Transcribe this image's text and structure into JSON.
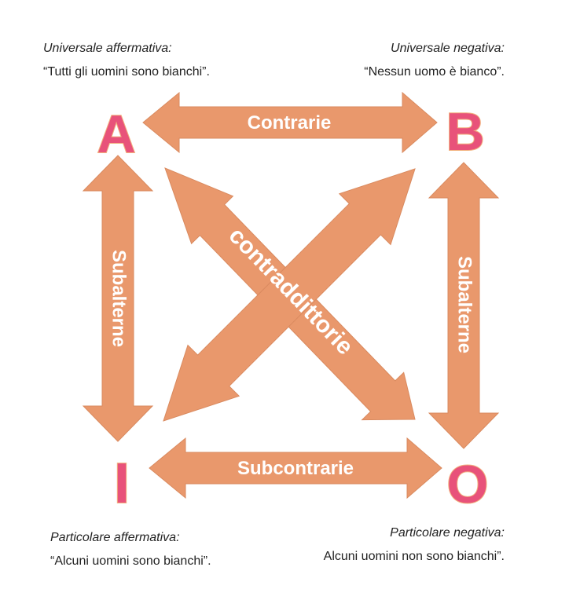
{
  "corners": {
    "a": {
      "letter": "A",
      "kind": "Universale affermativa:",
      "example": "“Tutti gli uomini sono bianchi”."
    },
    "e": {
      "letter": "B",
      "kind": "Universale negativa:",
      "example": "“Nessun uomo è bianco”."
    },
    "i": {
      "letter": "I",
      "kind": "Particolare affermativa:",
      "example": "“Alcuni uomini sono bianchi”."
    },
    "o": {
      "letter": "O",
      "kind": "Particolare negativa:",
      "example": "Alcuni uomini non sono bianchi”."
    }
  },
  "relations": {
    "contrarie": "Contrarie",
    "subcontrarie": "Subcontrarie",
    "subalterne_left": "Subalterne",
    "subalterne_right": "Subalterne",
    "contraddittorie": "contraddittorie"
  },
  "colors": {
    "arrow": "#e9986c",
    "arrow_stroke": "#d98a5f",
    "letter_fill": "#e8527a",
    "letter_stroke": "#f2b27f",
    "arrow_text": "#ffffff"
  }
}
